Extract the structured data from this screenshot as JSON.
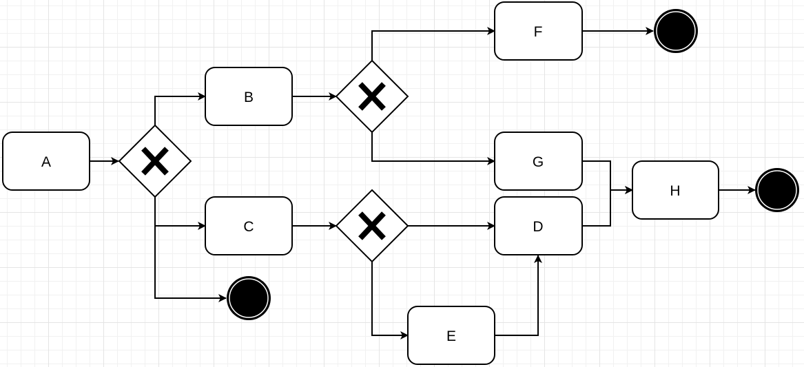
{
  "tasks": {
    "a": "A",
    "b": "B",
    "c": "C",
    "d": "D",
    "e": "E",
    "f": "F",
    "g": "G",
    "h": "H"
  },
  "gateway_marker": "X",
  "colors": {
    "stroke": "#000000",
    "fill": "#ffffff",
    "end_event": "#000000",
    "grid": "#e4e4e4"
  }
}
